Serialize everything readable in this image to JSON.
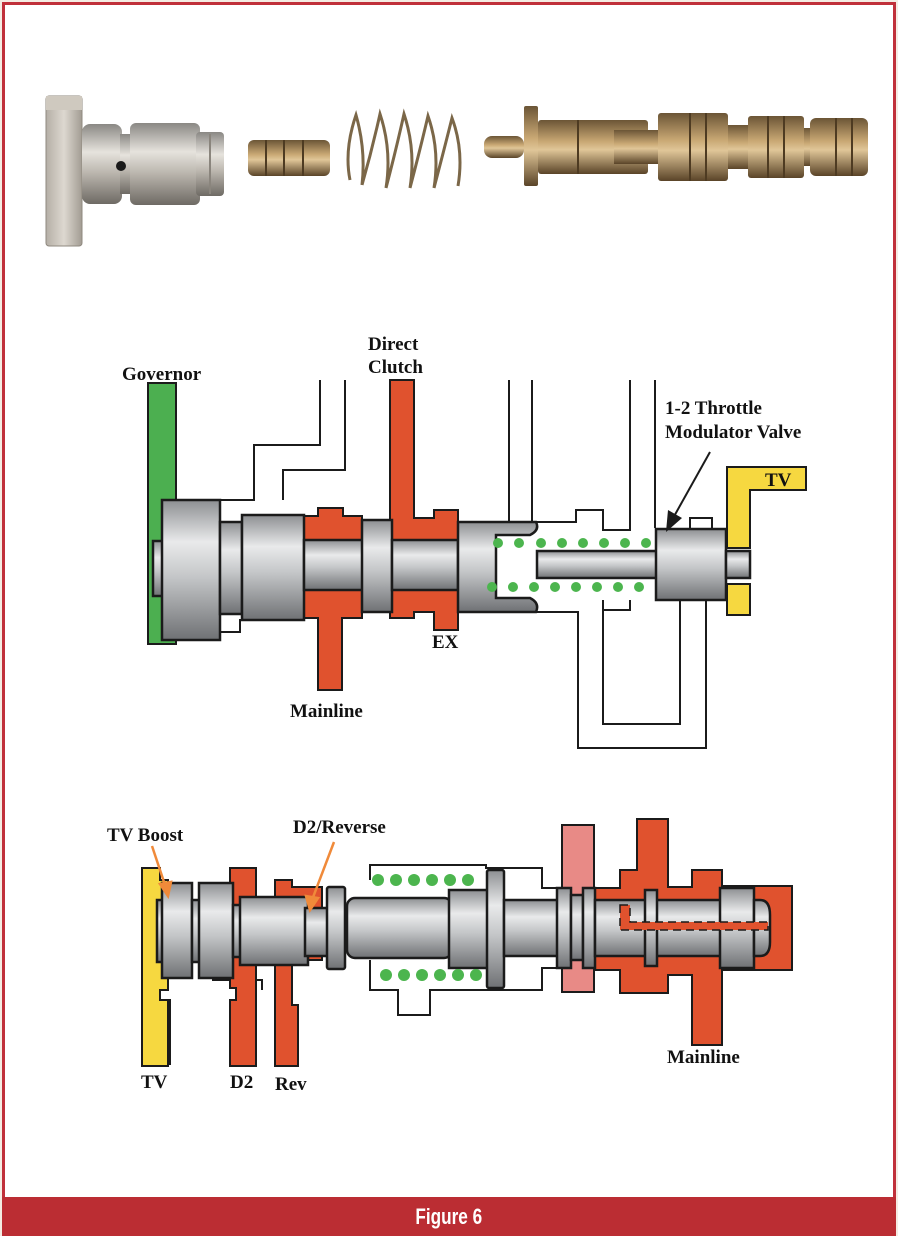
{
  "figure": {
    "caption": "Figure 6",
    "colors": {
      "frame_border": "#c0303a",
      "caption_bar": "#bb2d33",
      "governor_oil": "#4caf50",
      "mainline_oil": "#e0522e",
      "tv_oil": "#f6d840",
      "exhaust_pink": "#e88a86",
      "spring_coil": "#4cb54e",
      "leader_arrow": "#f08a3a"
    }
  },
  "photo": {
    "parts": [
      {
        "name": "Retainer clip"
      },
      {
        "name": "Valve sleeve / bore plug"
      },
      {
        "name": "Small spool valve"
      },
      {
        "name": "Spring"
      },
      {
        "name": "Long spool valve"
      }
    ]
  },
  "upper_diagram": {
    "labels": {
      "governor": "Governor",
      "direct_clutch_line1": "Direct",
      "direct_clutch_line2": "Clutch",
      "valve_line1": "1-2 Throttle",
      "valve_line2": "Modulator Valve",
      "tv": "TV",
      "ex": "EX",
      "mainline": "Mainline"
    }
  },
  "lower_diagram": {
    "labels": {
      "tv_boost": "TV Boost",
      "d2_reverse": "D2/Reverse",
      "tv": "TV",
      "d2": "D2",
      "rev": "Rev",
      "mainline": "Mainline"
    }
  }
}
